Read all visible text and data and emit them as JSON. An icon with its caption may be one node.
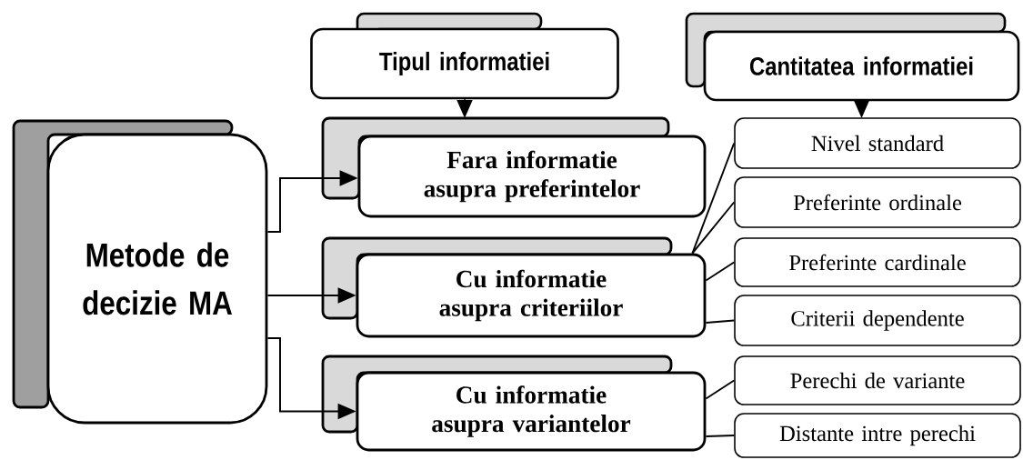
{
  "diagram": {
    "nodes": [
      {
        "text": [
          "Metode de decizie MA"
        ]
      },
      {
        "text": [
          "Tipul informatiei"
        ]
      },
      {
        "text": [
          "Cantitatea informatiei"
        ]
      },
      {
        "text": [
          "Fara informatie asupra preferintelor"
        ]
      },
      {
        "text": [
          "Cu informatie asupra criteriilor"
        ]
      },
      {
        "text": [
          "Cu informatie asupra variantelor"
        ]
      },
      {
        "text": [
          "Nivel standard"
        ]
      },
      {
        "text": [
          "Preferinte ordinale"
        ]
      },
      {
        "text": [
          "Preferinte cardinale"
        ]
      },
      {
        "text": [
          "Criterii dependente"
        ]
      },
      {
        "text": [
          "Perechi de variante"
        ]
      },
      {
        "text": [
          "Distante intre perechi"
        ]
      }
    ],
    "edges": [
      {
        "from": 0,
        "to": 3,
        "arrow": "to"
      },
      {
        "from": 0,
        "to": 4,
        "arrow": "to"
      },
      {
        "from": 0,
        "to": 5,
        "arrow": "to"
      },
      {
        "from": 1,
        "to": 3,
        "arrow": "to"
      },
      {
        "from": 2,
        "to": 6,
        "arrow": "to"
      },
      {
        "from": 4,
        "to": 6,
        "arrow": "none"
      },
      {
        "from": 4,
        "to": 7,
        "arrow": "none"
      },
      {
        "from": 4,
        "to": 8,
        "arrow": "none"
      },
      {
        "from": 4,
        "to": 9,
        "arrow": "none"
      },
      {
        "from": 5,
        "to": 10,
        "arrow": "none"
      },
      {
        "from": 5,
        "to": 11,
        "arrow": "none"
      }
    ]
  }
}
